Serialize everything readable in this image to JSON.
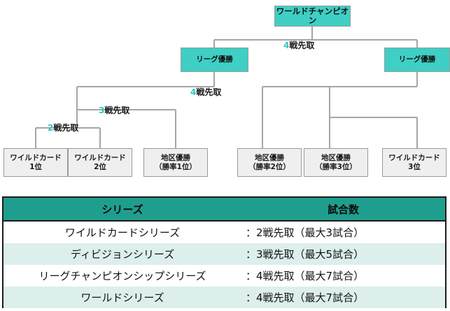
{
  "diagram": {
    "type": "playoff-bracket",
    "accent_color": "#3fcfc4",
    "leaf_color": "#efefef",
    "line_color": "#a6a6a6",
    "champion": {
      "label": "ワールドチャンピオン"
    },
    "league_winners": [
      {
        "label": "リーグ優勝",
        "side": "left"
      },
      {
        "label": "リーグ優勝",
        "side": "right"
      }
    ],
    "round_labels": [
      {
        "num": "4",
        "text": "戦先取",
        "round": "world-series"
      },
      {
        "num": "4",
        "text": "戦先取",
        "round": "league-championship-series"
      },
      {
        "num": "3",
        "text": "戦先取",
        "round": "division-series"
      },
      {
        "num": "2",
        "text": "戦先取",
        "round": "wild-card-series"
      }
    ],
    "seeds": [
      {
        "line1": "ワイルドカード",
        "line2": "1位"
      },
      {
        "line1": "ワイルドカード",
        "line2": "2位"
      },
      {
        "line1": "地区優勝",
        "line2": "（勝率1位）"
      },
      {
        "line1": "地区優勝",
        "line2": "（勝率2位）"
      },
      {
        "line1": "地区優勝",
        "line2": "（勝率3位）"
      },
      {
        "line1": "ワイルドカード",
        "line2": "3位"
      }
    ]
  },
  "table": {
    "headers": [
      "シリーズ",
      "試合数"
    ],
    "rows": [
      {
        "series": "ワイルドカードシリーズ",
        "games": "：2戦先取（最大3試合）"
      },
      {
        "series": "ディビジョンシリーズ",
        "games": "：3戦先取（最大5試合）"
      },
      {
        "series": "リーグチャンピオンシップシリーズ",
        "games": "：4戦先取（最大7試合）"
      },
      {
        "series": "ワールドシリーズ",
        "games": "：4戦先取（最大7試合）"
      }
    ]
  }
}
